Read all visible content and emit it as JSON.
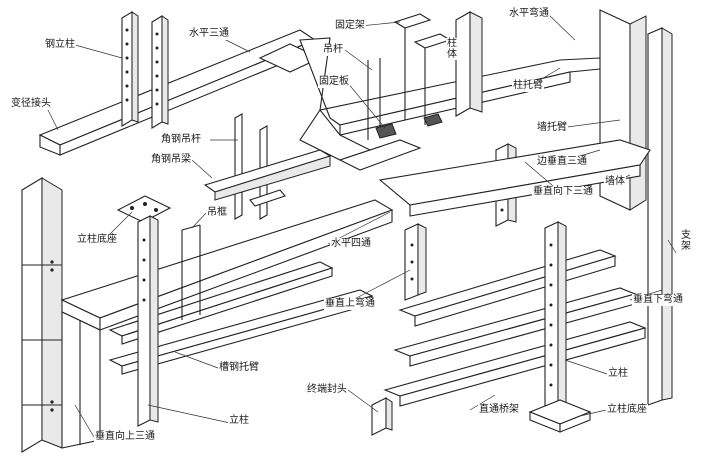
{
  "labels": {
    "steel_column": "钢立柱",
    "reducer_joint": "变径接头",
    "horizontal_tee": "水平三通",
    "hanger_rod": "吊杆",
    "fixed_frame": "固定架",
    "fixed_plate": "固定板",
    "column_body": "柱体",
    "horizontal_bend": "水平弯通",
    "column_support_arm": "柱托臂",
    "angle_steel_rod": "角钢吊杆",
    "angle_steel_beam": "角钢吊梁",
    "wall_support_arm": "墙托臂",
    "side_vertical_tee": "边垂直三通",
    "vertical_down_tee": "垂直向下三通",
    "wall_body": "墙体",
    "column_base": "立柱底座",
    "hanger_frame": "吊框",
    "horizontal_cross": "水平四通",
    "support_frame": "支架",
    "vertical_up_bend": "垂直上弯通",
    "vertical_down_bend": "垂直下弯通",
    "channel_support_arm": "槽钢托臂",
    "end_cap": "终端封头",
    "column": "立柱",
    "straight_tray": "直通桥架",
    "column_base_bottom": "立柱底座",
    "column_bottom": "立柱",
    "vertical_up_tee": "垂直向上三通"
  }
}
